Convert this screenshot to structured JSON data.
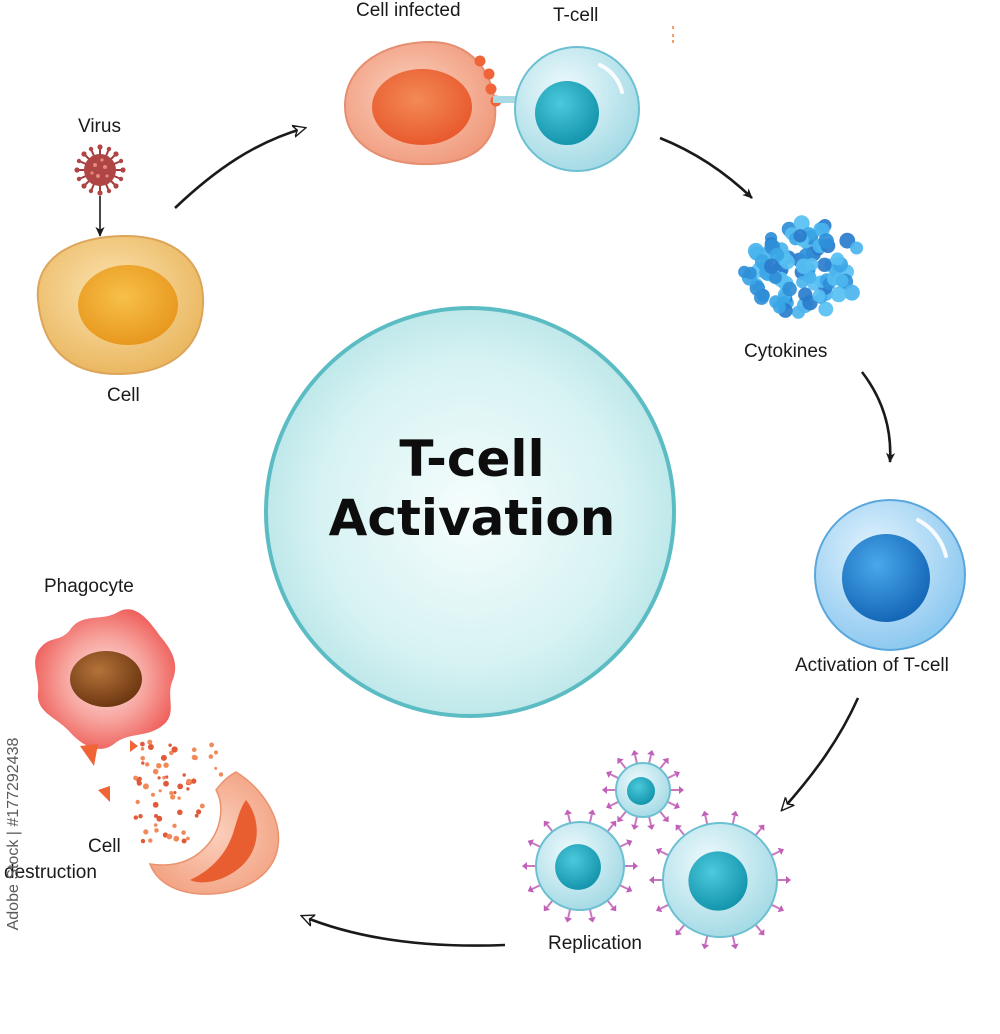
{
  "title": {
    "line1": "T-cell",
    "line2": "Activation"
  },
  "labels": {
    "cell_infected": "Cell infected",
    "t_cell": "T-cell",
    "virus": "Virus",
    "cell": "Cell",
    "cytokines": "Cytokines",
    "activation_of_t_cell": "Activation of T-cell",
    "replication": "Replication",
    "phagocyte": "Phagocyte",
    "cell_destruction_line1": "Cell",
    "cell_destruction_line2": "destruction"
  },
  "watermark": "Adobe Stock | #177292438",
  "colors": {
    "center_circle": "#d6f2f2",
    "center_circle_edge": "#5bbcc4",
    "infected_cell": "#f4a88c",
    "infected_nucleus": "#ec6a3c",
    "t_cell": "#bfe6ee",
    "t_cell_nucleus": "#20b3c8",
    "healthy_cell": "#f0c373",
    "healthy_nucleus": "#f0a82a",
    "virus": "#b04545",
    "cytokine": "#3aa6e6",
    "activated_t_cell": "#a9d8f5",
    "activated_nucleus": "#1e86d6",
    "phagocyte": "#f0706c",
    "phagocyte_nucleus": "#8a4a1c",
    "debris": "#e05a3a",
    "receptor": "#c878c0",
    "arrow": "#1a1a1a"
  }
}
